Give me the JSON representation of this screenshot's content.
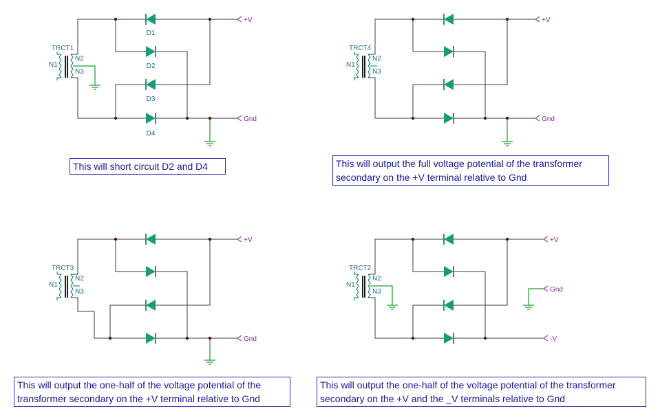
{
  "circuits": [
    {
      "transformer": "TRCT1",
      "winding_labels": [
        "N1",
        "N2",
        "N3"
      ],
      "diode_labels": [
        "D1",
        "D2",
        "D3",
        "D4"
      ],
      "terminal_top": "+V",
      "terminal_bottom": "Gnd",
      "note": "This will short circuit D2 and D4"
    },
    {
      "transformer": "TRCT4",
      "winding_labels": [
        "N1",
        "N2",
        "N3"
      ],
      "diode_labels": [],
      "terminal_top": "+V",
      "terminal_bottom": "Gnd",
      "note": "This will output the full voltage potential of the transformer secondary on the +V terminal relative to Gnd"
    },
    {
      "transformer": "TRCT3",
      "winding_labels": [
        "N1",
        "N2",
        "N3"
      ],
      "diode_labels": [],
      "terminal_top": "+V",
      "terminal_bottom": "Gnd",
      "note": "This will output the one-half of the voltage potential of the transformer secondary on the +V terminal relative to Gnd"
    },
    {
      "transformer": "TRCT2",
      "winding_labels": [
        "N1",
        "N2",
        "N3"
      ],
      "diode_labels": [],
      "terminal_top": "+V",
      "terminal_mid": "Gnd",
      "terminal_bottom": "-V",
      "note": "This will output the one-half of the voltage potential of the transformer secondary on the +V and the _V terminals relative to Gnd"
    }
  ]
}
